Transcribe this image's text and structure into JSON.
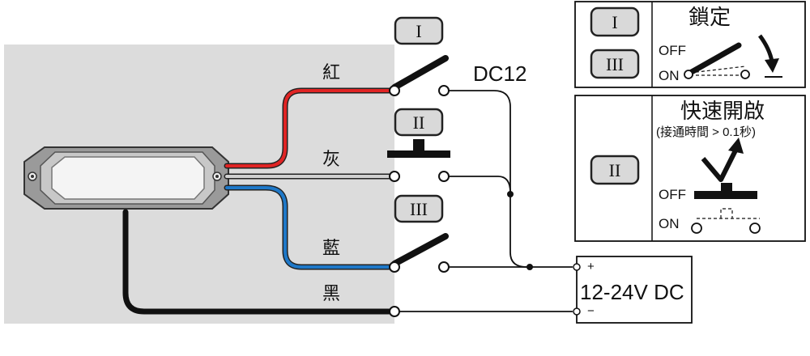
{
  "wires": {
    "red": "紅",
    "gray": "灰",
    "blue": "藍",
    "black": "黑"
  },
  "colors": {
    "red": "#e02424",
    "gray": "#b0b0b0",
    "blue": "#1e78c8",
    "black": "#111111",
    "panel": "#dcdcdc",
    "key_fill": "#d9d9d9"
  },
  "switches": {
    "s1": "I",
    "s2": "II",
    "s3": "III"
  },
  "supply": {
    "dc12": "DC12",
    "voltage": "12-24V DC",
    "plus": "+",
    "minus": "−"
  },
  "legend_lock": {
    "keys": [
      "I",
      "III"
    ],
    "title": "鎖定",
    "off": "OFF",
    "on": "ON"
  },
  "legend_momentary": {
    "key": "II",
    "title": "快速開啟",
    "subtitle": "(接通時間 > 0.1秒)",
    "off": "OFF",
    "on": "ON"
  }
}
